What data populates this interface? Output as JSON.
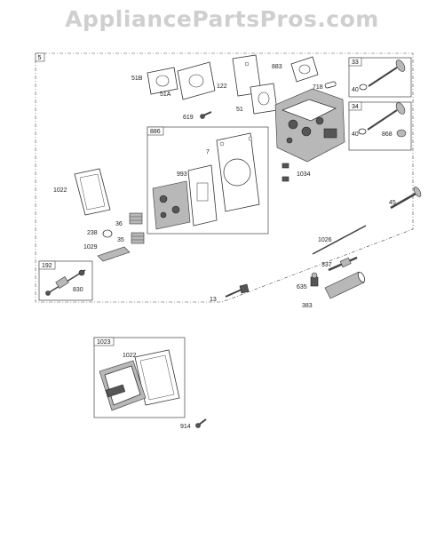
{
  "banner": {
    "text": "AppliancePartsPros.com"
  },
  "callouts": {
    "c5": "5",
    "c51B": "51B",
    "c51A": "51A",
    "c122": "122",
    "c883": "883",
    "c718": "718",
    "c33": "33",
    "c40a": "40",
    "c51": "51",
    "c619": "619",
    "c34": "34",
    "c40b": "40",
    "c868": "868",
    "c886": "886",
    "c7": "7",
    "c993": "993",
    "c1034": "1034",
    "c1022a": "1022",
    "c45": "45",
    "c36": "36",
    "c238": "238",
    "c35": "35",
    "c1029": "1029",
    "c1026": "1026",
    "c192": "192",
    "c830": "830",
    "c337": "337",
    "c635": "635",
    "c13": "13",
    "c383": "383",
    "c1023": "1023",
    "c1022b": "1022",
    "c914": "914"
  }
}
